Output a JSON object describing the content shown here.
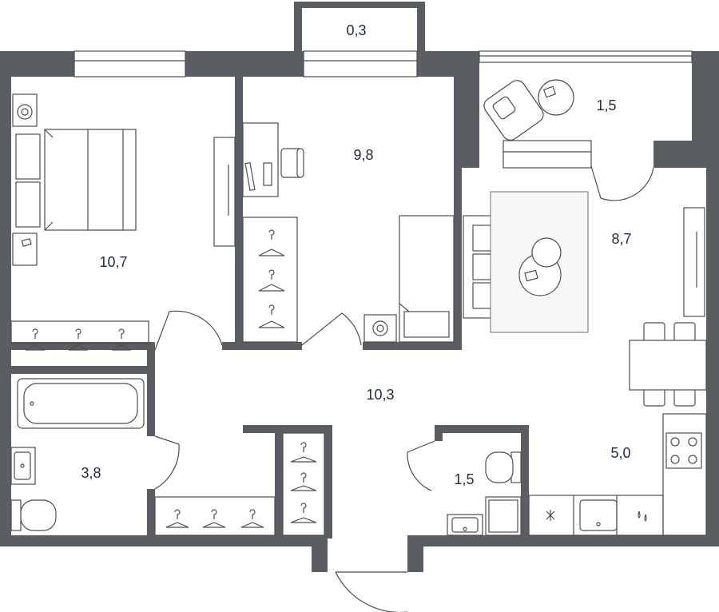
{
  "rooms": [
    {
      "id": "balcony-top",
      "area": "0,3"
    },
    {
      "id": "loggia",
      "area": "1,5"
    },
    {
      "id": "bedroom",
      "area": "10,7"
    },
    {
      "id": "study-bedroom",
      "area": "9,8"
    },
    {
      "id": "living-room",
      "area": "8,7"
    },
    {
      "id": "hallway",
      "area": "10,3"
    },
    {
      "id": "bathroom",
      "area": "3,8"
    },
    {
      "id": "toilet",
      "area": "1,5"
    },
    {
      "id": "kitchen",
      "area": "5,0"
    }
  ],
  "colors": {
    "wall": "#5a5d61",
    "lines": "#4a4d51",
    "label": "#1f2c40"
  },
  "icons": [
    "bed-icon",
    "desk-icon",
    "chair-icon",
    "sofa-icon",
    "coffee-table-icon",
    "dining-table-icon",
    "stove-icon",
    "sink-icon",
    "bathtub-icon",
    "toilet-icon",
    "washing-machine-icon",
    "hanger-icon",
    "window-icon",
    "door-icon",
    "fridge-icon",
    "shower-icon"
  ]
}
